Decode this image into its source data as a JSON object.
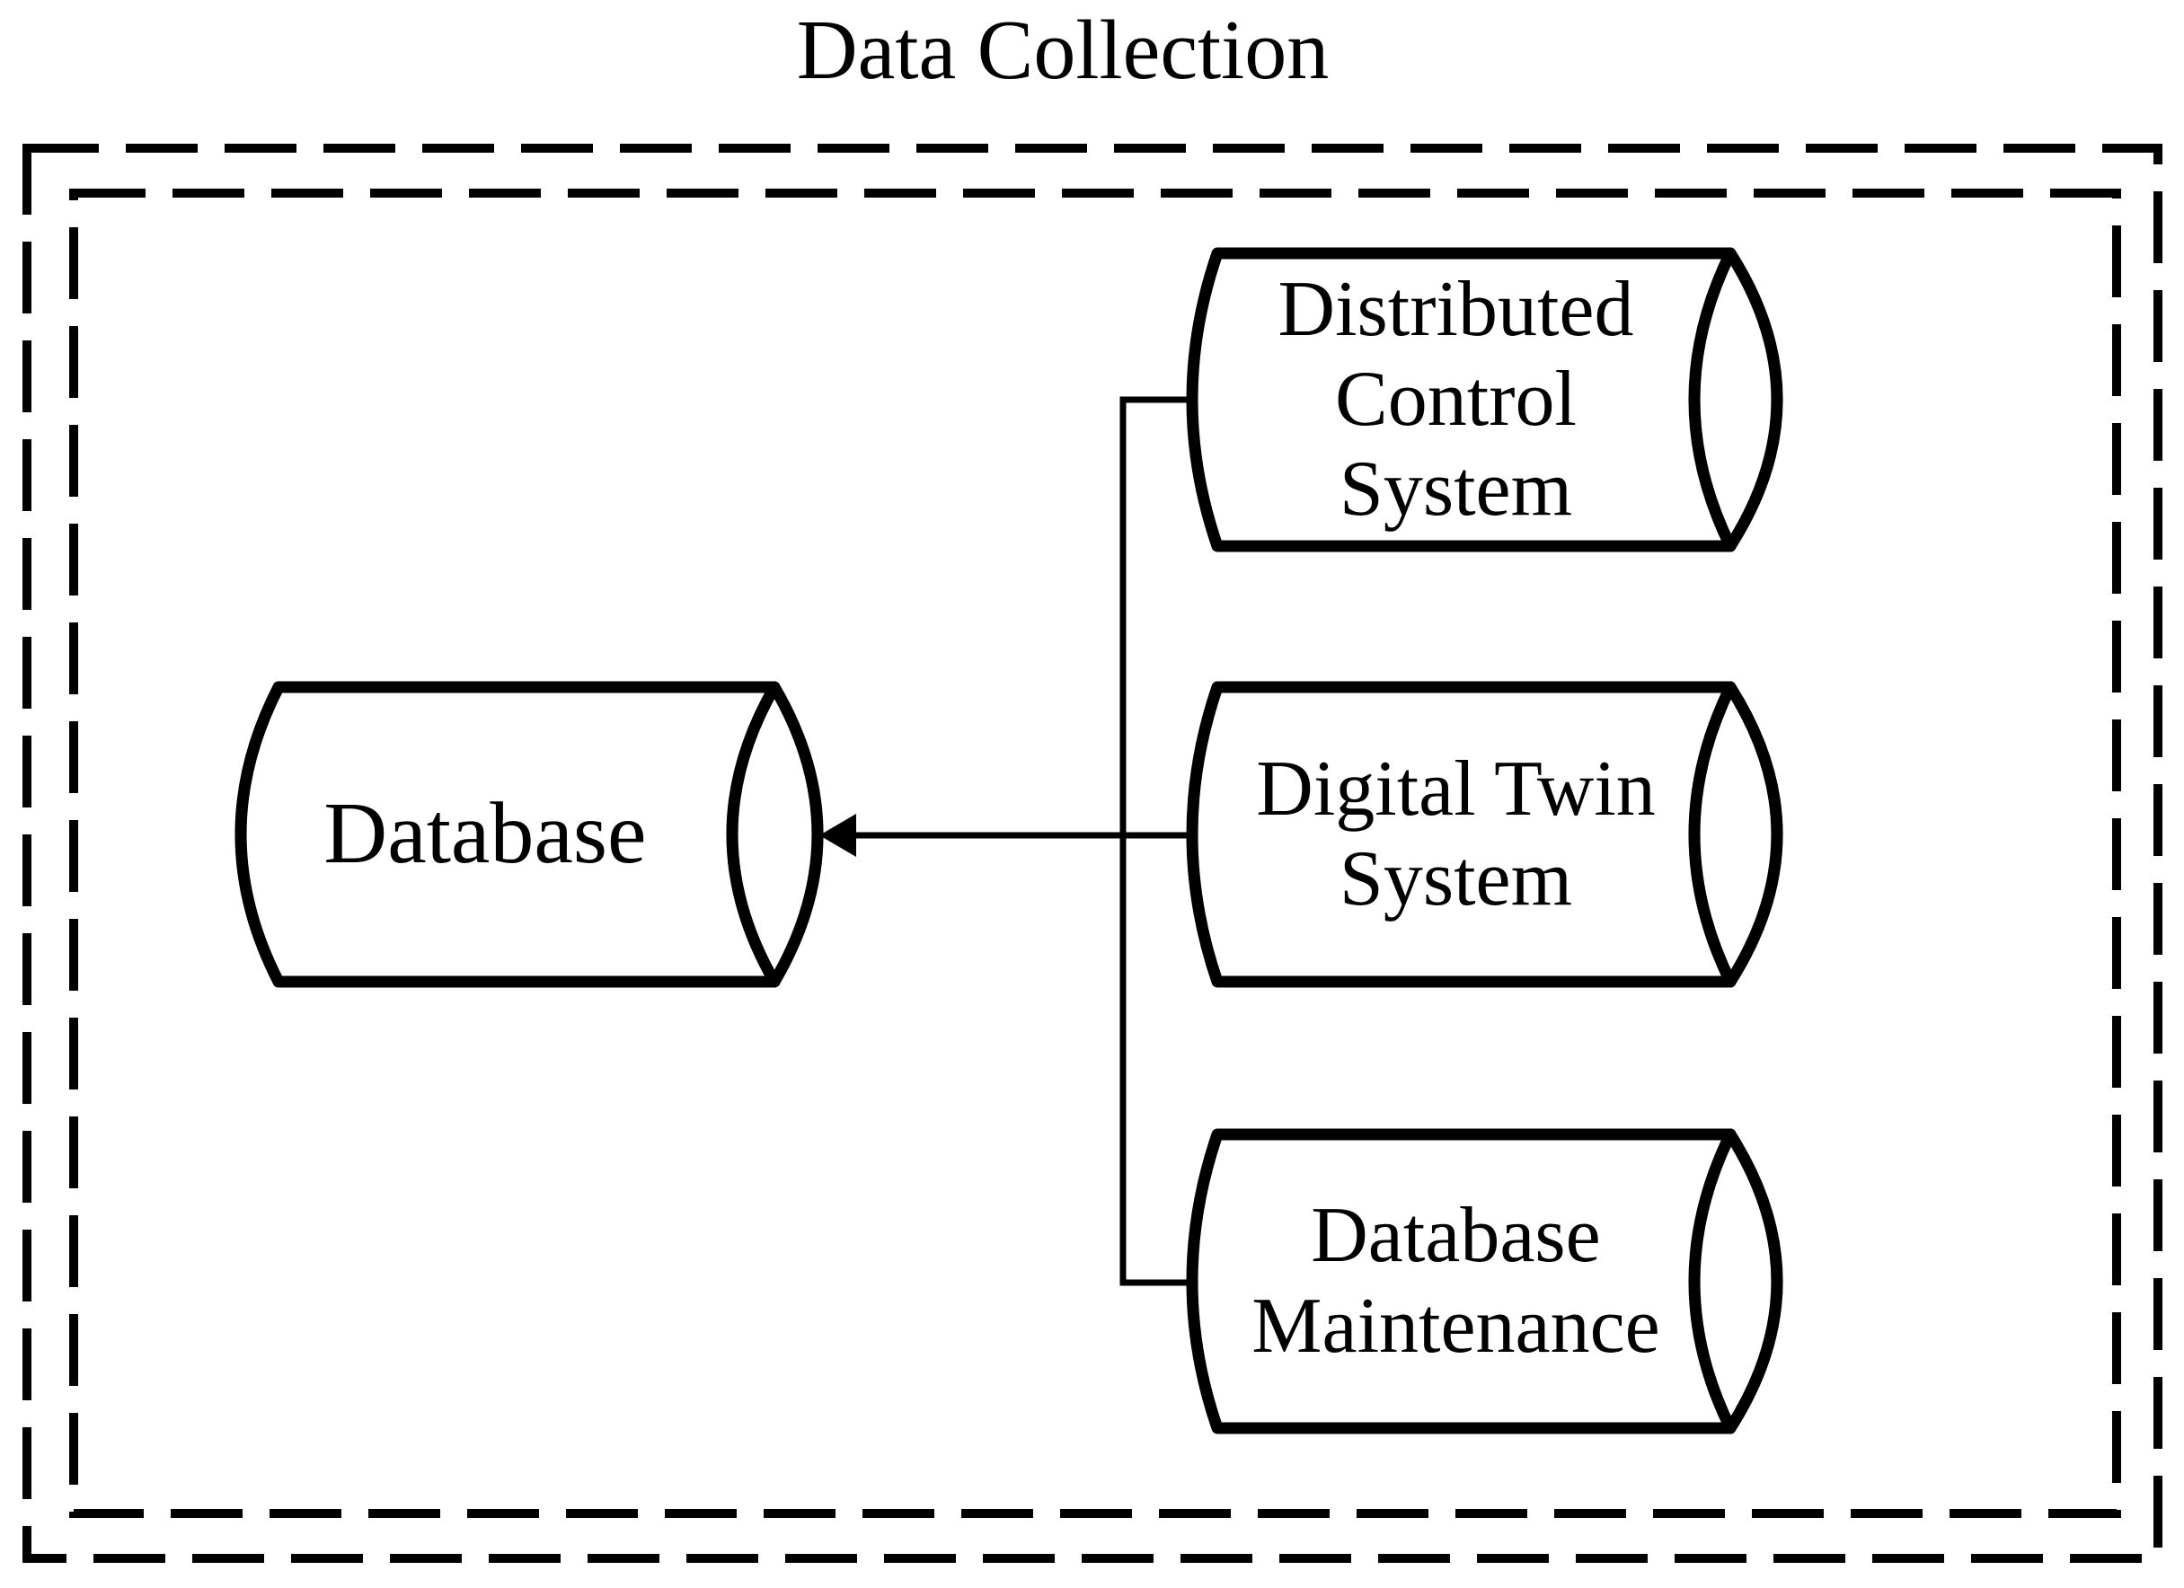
{
  "title": "Data Collection",
  "colors": {
    "ink": "#000000",
    "background": "#ffffff"
  },
  "container": {
    "kind": "group-box",
    "border_style": "double-dashed-rectangle"
  },
  "nodes": {
    "database": {
      "label": "Database",
      "shape": "horizontal-cylinder",
      "role": "data-store"
    },
    "distributed_control_system": {
      "label": "Distributed\nControl\nSystem",
      "shape": "horizontal-cylinder",
      "role": "data-source"
    },
    "digital_twin_system": {
      "label": "Digital Twin\nSystem",
      "shape": "horizontal-cylinder",
      "role": "data-source"
    },
    "database_maintenance": {
      "label": "Database\nMaintenance",
      "shape": "horizontal-cylinder",
      "role": "data-source"
    }
  },
  "edges": [
    {
      "from": "distributed_control_system",
      "to": "database",
      "arrow": "left",
      "via": "merged-trunk"
    },
    {
      "from": "digital_twin_system",
      "to": "database",
      "arrow": "left",
      "via": "merged-trunk"
    },
    {
      "from": "database_maintenance",
      "to": "database",
      "arrow": "left",
      "via": "merged-trunk"
    }
  ]
}
